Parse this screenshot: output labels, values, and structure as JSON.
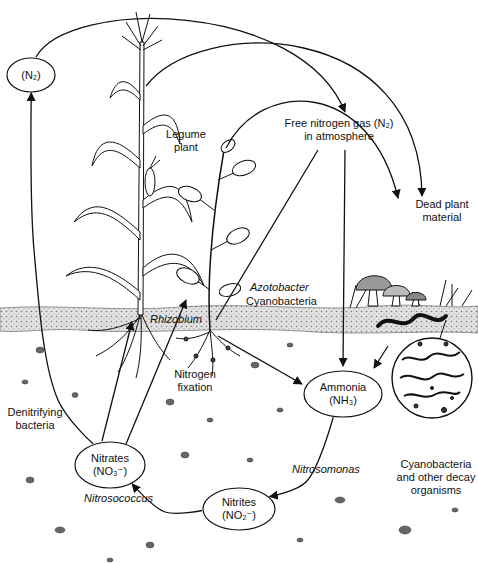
{
  "diagram": {
    "nodes": [
      {
        "text": [
          "(N₂)"
        ]
      },
      {
        "text": [
          "Ammonia (NH₃)"
        ]
      },
      {
        "text": [
          "Nitrates (NO₃⁻)"
        ]
      },
      {
        "text": [
          "Nitrites (NO₂⁻)"
        ]
      }
    ],
    "edges": [
      {
        "from": 2,
        "to": 0,
        "arrow": "to",
        "label": "Denitrifying bacteria"
      },
      {
        "from": 1,
        "to": 3,
        "arrow": "to",
        "label": "Nitrosomonas"
      },
      {
        "from": 3,
        "to": 2,
        "arrow": "to",
        "label": "Nitrosococcus"
      }
    ],
    "labels": [
      "Legume plant",
      "Free nitrogen gas (N₂) in atmosphere",
      "Dead plant material",
      "Rhizobium",
      "Azotobacter",
      "Cyanobacteria",
      "Nitrogen fixation",
      "Cyanobacteria and other decay organisms"
    ]
  }
}
